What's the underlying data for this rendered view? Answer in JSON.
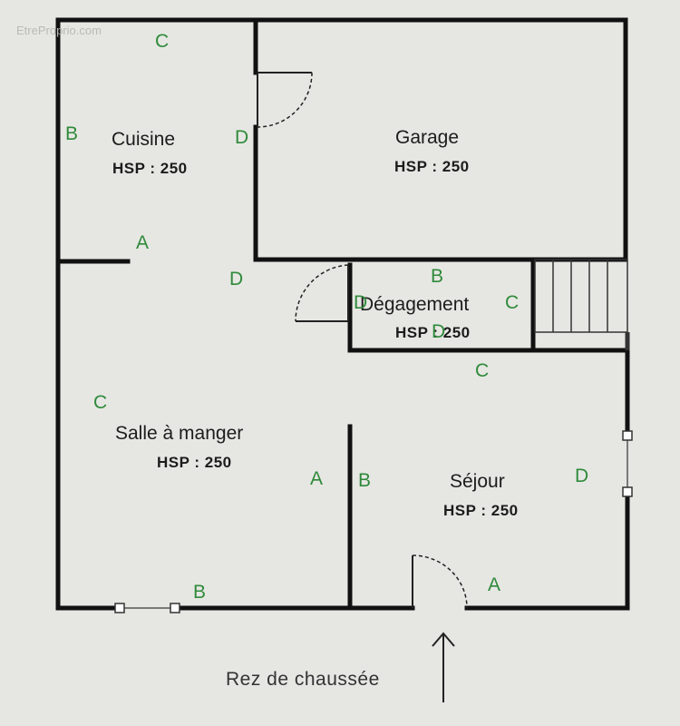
{
  "watermark": "EtreProprio.com",
  "caption": "Rez de chaussée",
  "rooms": {
    "cuisine": {
      "name": "Cuisine",
      "hsp": "HSP : 250"
    },
    "garage": {
      "name": "Garage",
      "hsp": "HSP : 250"
    },
    "degagement": {
      "name": "Dégagement",
      "hsp": "HSP : 250"
    },
    "salle": {
      "name": "Salle à manger",
      "hsp": "HSP : 250"
    },
    "sejour": {
      "name": "Séjour",
      "hsp": "HSP : 250"
    }
  },
  "wall_labels": {
    "cuisine": {
      "top": "C",
      "left": "B",
      "right": "D",
      "bottom": "A"
    },
    "degagement": {
      "top": "B",
      "left": "D",
      "right": "C",
      "bottom": "D"
    },
    "salle": {
      "top": "D",
      "left": "C",
      "right": "A",
      "bottom": "B"
    },
    "sejour": {
      "top": "C",
      "left": "B",
      "right": "D",
      "bottom": "A"
    }
  },
  "colors": {
    "wall": "#111111",
    "wall_letters": "#2f8a3a",
    "background": "#e6e7e3"
  }
}
